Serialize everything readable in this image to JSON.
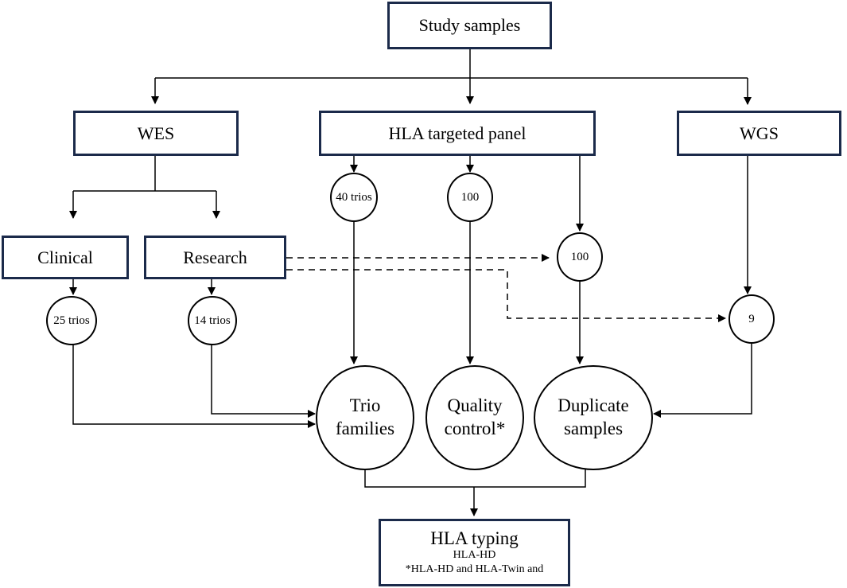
{
  "boxes": {
    "study_samples": "Study samples",
    "wes": "WES",
    "hla_panel": "HLA targeted panel",
    "wgs": "WGS",
    "clinical": "Clinical",
    "research": "Research"
  },
  "counts": {
    "clinical_trios": "25 trios",
    "research_trios": "14 trios",
    "panel_trios": "40 trios",
    "panel_qc": "100",
    "panel_dup": "100",
    "research_dup": "100",
    "wgs_dup": "9"
  },
  "outcomes": {
    "trio_families": "Trio families",
    "quality_control": "Quality control*",
    "duplicate_samples": "Duplicate samples"
  },
  "typing": {
    "title": "HLA typing",
    "line1": "HLA-HD",
    "line2": "*HLA-HD and HLA-Twin and"
  }
}
